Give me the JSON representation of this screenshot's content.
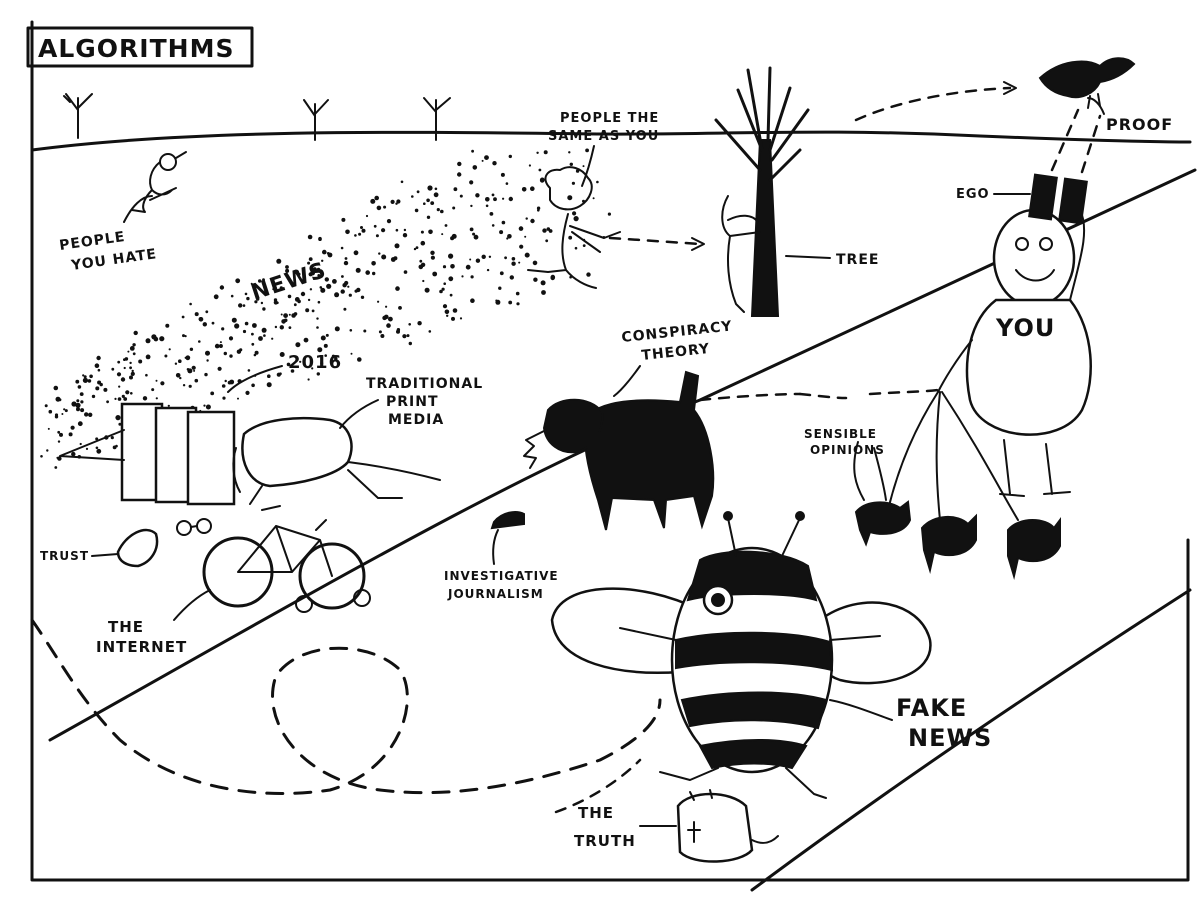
{
  "title": "ALGORITHMS",
  "labels": {
    "people_you_hate": [
      "PEOPLE",
      "YOU HATE"
    ],
    "news": "NEWS",
    "people_same": [
      "PEOPLE THE",
      "SAME AS YOU"
    ],
    "tree": "TREE",
    "proof": "PROOF",
    "ego": "EGO",
    "you_shirt": "YOU",
    "year": "2016",
    "traditional_print_media": [
      "TRADITIONAL",
      "PRINT",
      "MEDIA"
    ],
    "conspiracy_theory": [
      "CONSPIRACY",
      "THEORY"
    ],
    "sensible_opinions": [
      "SENSIBLE",
      "OPINIONS"
    ],
    "trust": "TRUST",
    "the_internet": [
      "THE",
      "INTERNET"
    ],
    "investigative_journalism": [
      "INVESTIGATIVE",
      "JOURNALISM"
    ],
    "fake_news": [
      "FAKE",
      "NEWS"
    ],
    "the_truth": [
      "THE",
      "TRUTH"
    ]
  }
}
